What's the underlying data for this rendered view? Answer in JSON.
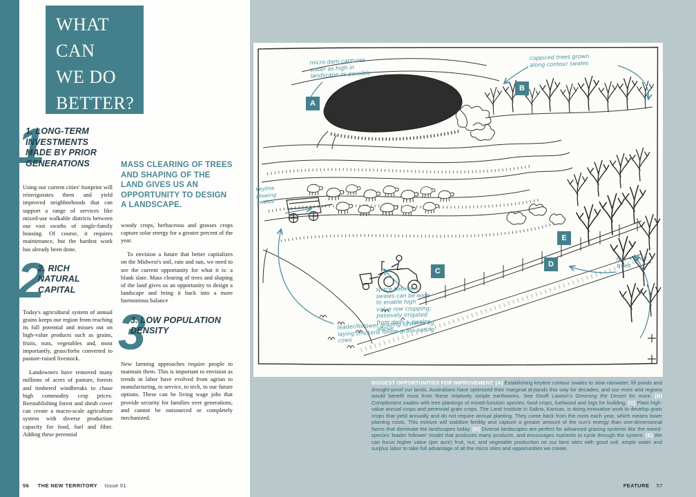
{
  "palette": {
    "teal": "#44808b",
    "page_background": "#b8c8cb",
    "heading_ink": "#233c47",
    "body_ink": "#1a1a1a",
    "annotation_teal": "#3f93a4",
    "caption_teal": "#296572"
  },
  "left_page": {
    "title_lines": [
      "WHAT",
      "CAN",
      "WE DO",
      "BETTER?"
    ],
    "section1": {
      "numeral": "1",
      "heading": "1. LONG-TERM INVESTMENTS MADE BY PRIOR GENERATIONS",
      "body": "Using our current cities' footprint will reinvigorates them and yield improved neighborhoods that can support a range of services like mixed-use walkable districts between our vast swaths of single-family housing. Of course, it requires maintenance, but the hardest work has already been done."
    },
    "section2": {
      "numeral": "2",
      "heading": "2. RICH NATURAL CAPITAL",
      "body1": "Today's agricultural system of annual grains keeps our region from reaching its full potential and misses out on high-value products such as grains, fruits, nuts, vegetables and, most importantly, grass/forbs converted to pasture-raised livestock.",
      "body2": "Landowners have removed many millions of acres of pasture, forests and timbered windbreaks to chase high commodity crop prices. Reestablishing forest and shrub cover can create a macro-scale agriculture system with diverse production capacity for food, fuel and fiber. Adding these perennial"
    },
    "pull_quote": "MASS CLEARING OF TREES AND SHAPING OF THE LAND GIVES US AN OPPORTUNITY TO DESIGN A LANDSCAPE.",
    "col2_body1": "woody crops, herbaceous and grasses crops capture solar energy for a greater percent of the year.",
    "col2_body2": "To envision a future that better capitalizes on the Midwest's soil, rain and sun, we need to see the current opportunity for what it is: a blank slate. Mass clearing of trees and shaping of the land gives us an opportunity to design a landscape and bring it back into a more harmonious balance",
    "section3": {
      "numeral": "3",
      "heading": "3. LOW POPULATION DENSITY",
      "body": "New farming approaches require people to maintain them. This is important to envision as trends in labor have evolved from agrian to manufacturing, to service, to tech, to our future options. These can be living wage jobs that provide security for families over generations, and cannot be outsourced or completely mechanized."
    },
    "footer": {
      "page": "56",
      "magazine": "THE NEW TERRITORY",
      "issue": "Issue 01"
    }
  },
  "right_page": {
    "markers": {
      "a": "A",
      "b": "B",
      "c": "C",
      "d": "D",
      "e": "E"
    },
    "annotations": {
      "micro_dam": "micro dam captures water as high in landscape as possible",
      "coppiced": "coppiced trees grown along contour swales",
      "keyline": "keyline plowing swales",
      "nut_fruit": "Nut + Fruit trees",
      "space_between": "space between swales can be wide to enable high value row cropping; passively irrigated from dam + swales above",
      "leader_follower": "leader/follower grazing systems eg laying chickens follow grass-eating cows"
    },
    "caption": {
      "segments": [
        {
          "t": "BIGGEST OPPORTUNITIES FOR IMPROVEMENT: "
        },
        {
          "t": "[A] "
        },
        {
          "t": "Establishing keyline contour swales to slow rainwater, fill ponds and drought-proof our lands. Australians have optimized their marginal drylands this way for decades, and our more arid regions would benefit most from these relatively simple earthworks. See Geoff Lawton's "
        },
        {
          "t": "Greening the Desert"
        },
        {
          "t": " for more. "
        },
        {
          "t": "[B] "
        },
        {
          "t": "Complement swales with tree plantings of mixed-function species: food crops, fuelwood and logs for building. "
        },
        {
          "t": "[C] "
        },
        {
          "t": "Plant high-value annual crops and perennial grain crops. The Land Institute in Salina, Kansas, is doing innovative work to develop grain crops that yield annually and do not require annual planting. They come back from the roots each year, which means lower planting costs. This mixture will stabilize fertility and capture a greater amount of the sun's energy than one-dimensional farms that dominate the landscapes today. "
        },
        {
          "t": "[D] "
        },
        {
          "t": "Diverse landscapes are perfect for advanced grazing systems like the mixed-species 'leader follower' model that produces many products, and encourages nutrients to cycle through the system. "
        },
        {
          "t": "[E] "
        },
        {
          "t": "We can focus higher value (per acre) fruit, nut, and vegetable production on our best sites with good soil, ample water and surplus labor to take full advantage of all the micro sites and opportunities we create."
        }
      ]
    },
    "footer": {
      "label": "FEATURE",
      "page": "57"
    }
  }
}
